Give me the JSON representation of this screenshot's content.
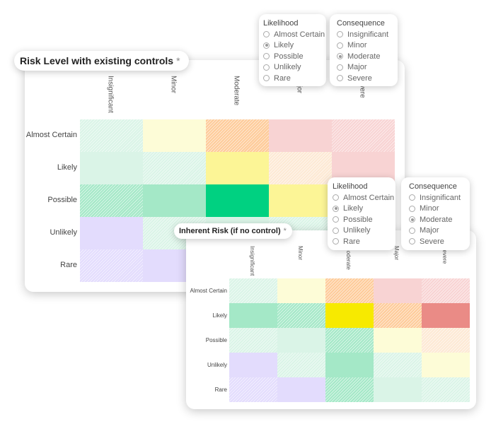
{
  "matrix1": {
    "title": "Risk Level with existing controls",
    "required_mark": "*",
    "columns": [
      "Insignificant",
      "Minor",
      "Moderate",
      "Major",
      "Severe"
    ],
    "rows": [
      "Almost Certain",
      "Likely",
      "Possible",
      "Unlikely",
      "Rare"
    ],
    "likelihood": {
      "title": "Likelihood",
      "options": [
        "Almost Certain",
        "Likely",
        "Possible",
        "Unlikely",
        "Rare"
      ],
      "selected": "Likely"
    },
    "consequence": {
      "title": "Consequence",
      "options": [
        "Insignificant",
        "Minor",
        "Moderate",
        "Major",
        "Severe"
      ],
      "selected": "Moderate"
    }
  },
  "matrix2": {
    "title": "Inherent Risk (if no control)",
    "required_mark": "*",
    "columns": [
      "Insignificant",
      "Minor",
      "Moderate",
      "Major",
      "Severe"
    ],
    "rows": [
      "Almost Certain",
      "Likely",
      "Possible",
      "Unlikely",
      "Rare"
    ],
    "likelihood": {
      "title": "Likelihood",
      "options": [
        "Almost Certain",
        "Likely",
        "Possible",
        "Unlikely",
        "Rare"
      ],
      "selected": "Likely"
    },
    "consequence": {
      "title": "Consequence",
      "options": [
        "Insignificant",
        "Minor",
        "Moderate",
        "Major",
        "Severe"
      ],
      "selected": "Moderate"
    }
  },
  "colors": {
    "green_light": "#daf4e7",
    "green_mid": "#a4e8c7",
    "green_selected": "#00d181",
    "yellow_light": "#fdfcd7",
    "yellow_mid": "#fcf596",
    "yellow_selected": "#f7ea00",
    "orange_light": "#fde9d4",
    "orange_mid": "#fecb99",
    "red_light": "#f8d3d3",
    "red_mid": "#ea8b86",
    "purple_light": "#e3dcfd"
  }
}
